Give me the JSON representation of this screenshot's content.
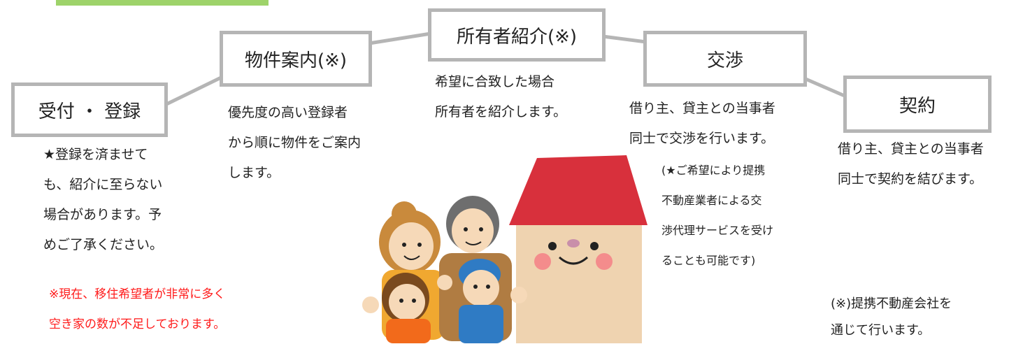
{
  "colors": {
    "accent_green": "#9ed36a",
    "box_border": "#b5b5b5",
    "connector": "#b5b5b5",
    "note_red": "#ff1a1a",
    "house_roof": "#d8303c",
    "house_wall": "#efd3b0"
  },
  "steps": [
    {
      "label": "受付 ・ 登録"
    },
    {
      "label": "物件案内(※)"
    },
    {
      "label": "所有者紹介(※)"
    },
    {
      "label": "交渉"
    },
    {
      "label": "契約"
    }
  ],
  "descriptions": {
    "registration": [
      "★登録を済ませて",
      "も、紹介に至らない",
      "場合があります。予",
      "めご了承ください。"
    ],
    "guidance": [
      "優先度の高い登録者",
      "から順に物件をご案内",
      "します。"
    ],
    "introduction": [
      "希望に合致した場合",
      "所有者を紹介します。"
    ],
    "negotiation": [
      "借り主、貸主との当事者",
      "同士で交渉を行います。"
    ],
    "negotiation_note": [
      "(★ご希望により提携",
      "不動産業者による交",
      "渉代理サービスを受け",
      "ることも可能です)"
    ],
    "contract": [
      "借り主、貸主との当事者",
      "同士で契約を結びます。"
    ]
  },
  "notes": {
    "red": [
      "※現在、移住希望者が非常に多く",
      "空き家の数が不足しております。"
    ],
    "footnote": [
      "(※)提携不動産会社を",
      "通じて行います。"
    ]
  },
  "illustration": {
    "house_icon": "smiling-house-icon",
    "family_icon": "family-icon"
  }
}
